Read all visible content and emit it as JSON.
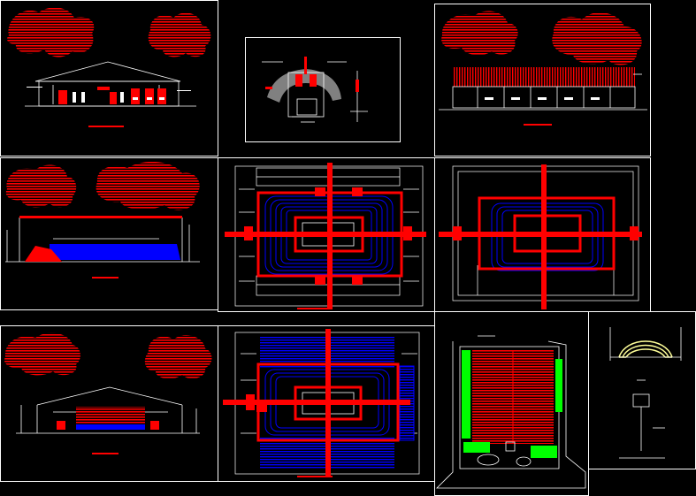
{
  "drawing": {
    "title": "",
    "background": "#000000",
    "colors": {
      "frame": "#ffffff",
      "accent": "#ff0000",
      "court": "#0000ff",
      "landscape": "#00ff00",
      "truss": "#ffff99",
      "detail": "#ffffff"
    },
    "panels": [
      {
        "id": "p1",
        "kind": "front-elevation"
      },
      {
        "id": "p2",
        "kind": "gable-section-detail"
      },
      {
        "id": "p3",
        "kind": "side-elevation"
      },
      {
        "id": "p4",
        "kind": "longitudinal-section"
      },
      {
        "id": "p5",
        "kind": "floor-plan"
      },
      {
        "id": "p6",
        "kind": "roof-plan"
      },
      {
        "id": "p7",
        "kind": "cross-section"
      },
      {
        "id": "p8",
        "kind": "seating-plan"
      },
      {
        "id": "p9",
        "kind": "site-plan"
      },
      {
        "id": "p10",
        "kind": "column-detail"
      }
    ]
  }
}
